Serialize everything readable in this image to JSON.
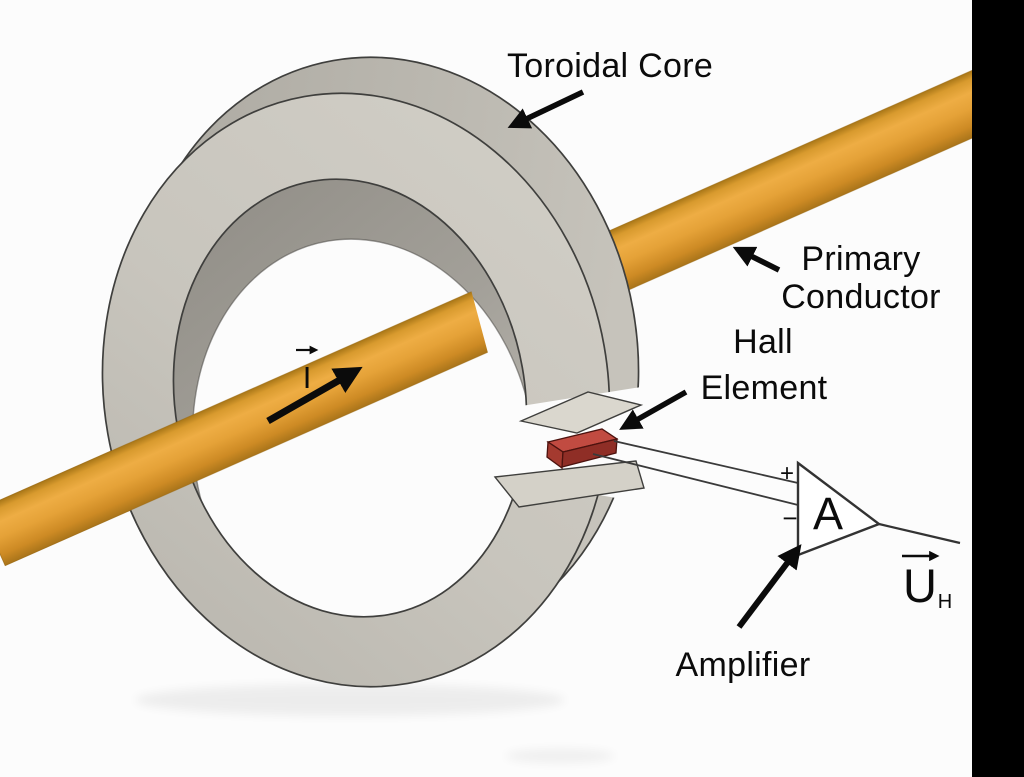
{
  "figure": {
    "title_hint": "Hall-effect current sensor diagram",
    "labels": {
      "toroidal_core": "Toroidal Core",
      "primary_line1": "Primary",
      "primary_line2": "Conductor",
      "hall_line1": "Hall",
      "hall_line2": "Element",
      "amplifier": "Amplifier"
    },
    "amplifier_symbol": {
      "gain": "A",
      "plus": "+",
      "minus": "−"
    },
    "output": {
      "symbol": "U",
      "subscript": "H"
    },
    "current": {
      "symbol": "I"
    },
    "colors": {
      "background": "#fcfcfc",
      "conductor": "#e8a93e",
      "core_face": "#cac7bf",
      "core_rim": "#b4b1a9",
      "core_inner_wall": "#96938d",
      "core_cut_face": "#d6d3ca",
      "hall_top": "#c14b41",
      "hall_front": "#8f2e26",
      "hall_side": "#a43a2f",
      "ink": "#0b0b0b",
      "side_bar": "#000000"
    }
  }
}
